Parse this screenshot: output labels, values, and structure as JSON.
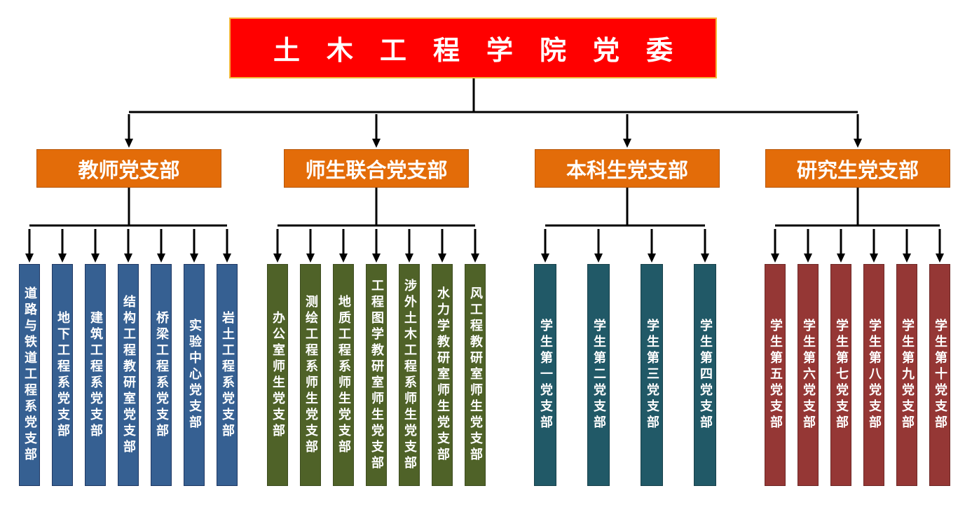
{
  "root": {
    "label": "土木工程学院党委",
    "color": "#FF0000"
  },
  "branches": [
    {
      "label": "教师党支部",
      "leaf_color": "#366092",
      "leaf_border": "#1F3864",
      "leaves": [
        "道路与铁道工程系党支部",
        "地下工程系党支部",
        "建筑工程系党支部",
        "结构工程教研室党支部",
        "桥梁工程系党支部",
        "实验中心党支部",
        "岩土工程系党支部"
      ]
    },
    {
      "label": "师生联合党支部",
      "leaf_color": "#4F6228",
      "leaf_border": "#3D4C1F",
      "leaves": [
        "办公室师生党支部",
        "测绘工程系师生党支部",
        "地质工程系师生党支部",
        "工程图学教研室师生党支部",
        "涉外土木工程系师生党支部",
        "水力学教研室师生党支部",
        "风工程教研室师生党支部"
      ]
    },
    {
      "label": "本科生党支部",
      "leaf_color": "#215967",
      "leaf_border": "#17404A",
      "leaves": [
        "学生第一党支部",
        "学生第二党支部",
        "学生第三党支部",
        "学生第四党支部"
      ]
    },
    {
      "label": "研究生党支部",
      "leaf_color": "#953735",
      "leaf_border": "#6E2826",
      "leaves": [
        "学生第五党支部",
        "学生第六党支部",
        "学生第七党支部",
        "学生第八党支部",
        "学生第九党支部",
        "学生第十党支部"
      ]
    }
  ]
}
